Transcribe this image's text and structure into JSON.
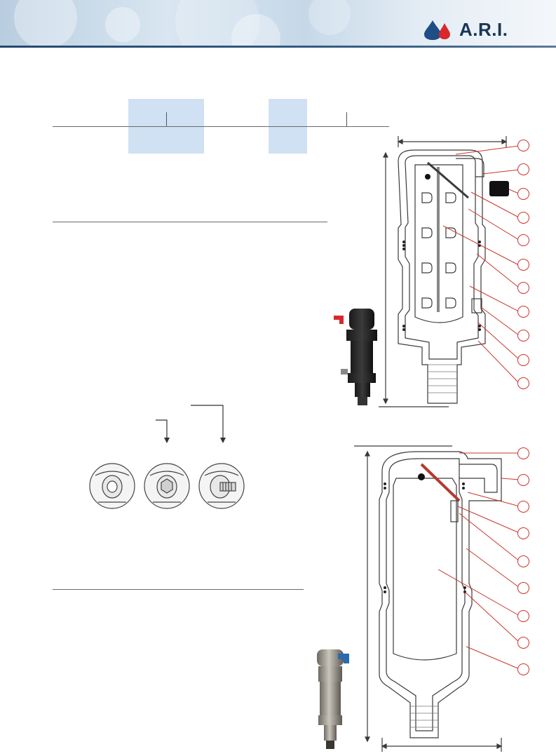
{
  "brand": {
    "name": "A.R.I.",
    "logo_icon": "water-drops-logo-icon",
    "primary_color": "#1a3556",
    "accent_red": "#d8282c",
    "accent_blue": "#2a6bb0",
    "highlight_blue": "#cfe1f2",
    "callout_red": "#c8372d"
  },
  "upper_valve": {
    "callout_count": 11
  },
  "lower_valve": {
    "callout_count": 9
  },
  "connection_options": {
    "count": 3
  }
}
